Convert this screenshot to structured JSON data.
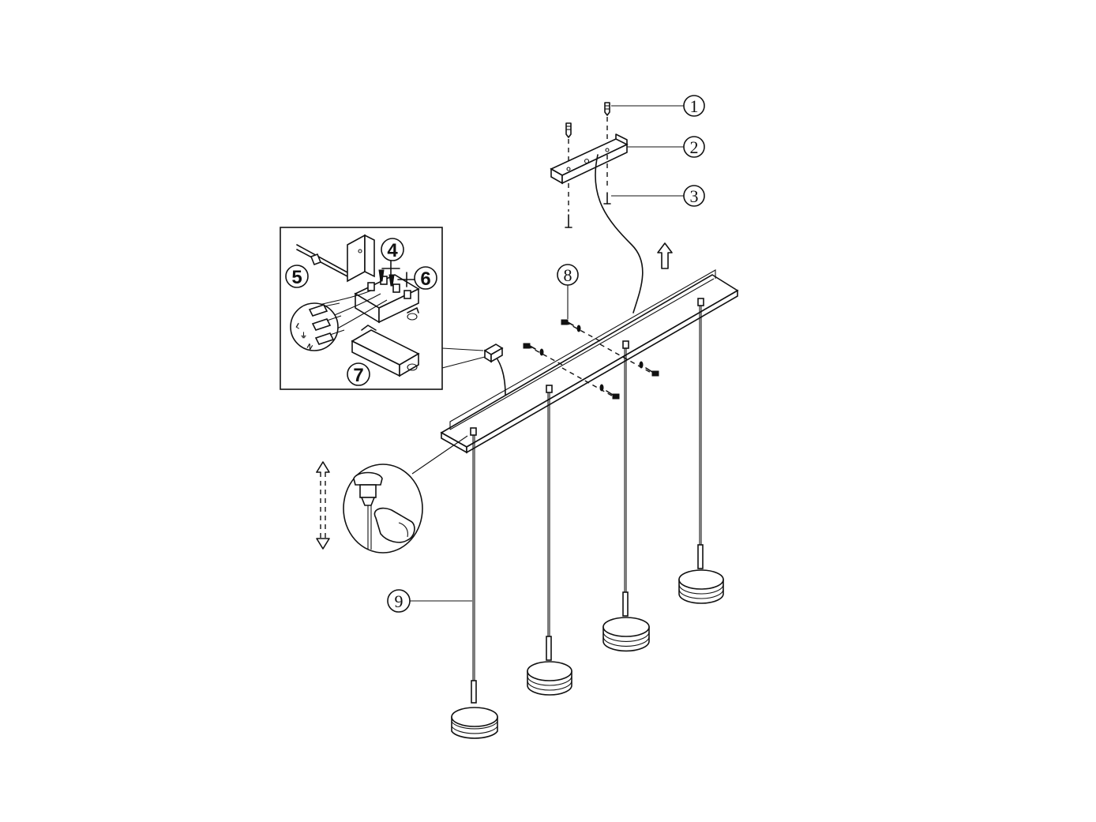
{
  "callouts": [
    {
      "id": "1",
      "label": "1"
    },
    {
      "id": "2",
      "label": "2"
    },
    {
      "id": "3",
      "label": "3"
    },
    {
      "id": "4",
      "label": "4"
    },
    {
      "id": "5",
      "label": "5"
    },
    {
      "id": "6",
      "label": "6"
    },
    {
      "id": "7",
      "label": "7"
    },
    {
      "id": "8",
      "label": "8"
    },
    {
      "id": "9",
      "label": "9"
    }
  ],
  "terminal_marks": {
    "l": "L",
    "e": "⏚",
    "n": "N"
  },
  "icons": {
    "up_arrow": "up-arrow-icon",
    "double_arrow": "double-vertical-arrow-icon",
    "adjust_detail": "cable-adjust-detail-icon"
  },
  "colors": {
    "ink": "#111111",
    "paper": "#ffffff"
  }
}
